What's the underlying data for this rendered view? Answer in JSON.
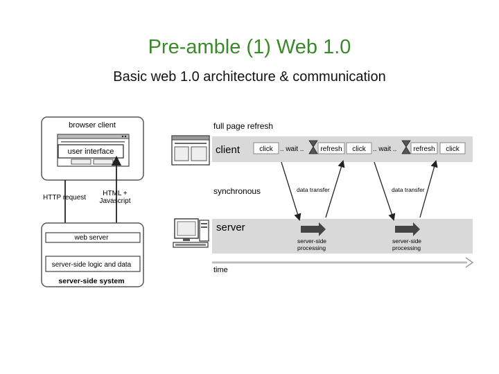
{
  "slide": {
    "title": "Pre-amble (1) Web 1.0",
    "subtitle": "Basic web 1.0 architecture & communication"
  },
  "left_diagram": {
    "browser_client": "browser client",
    "user_interface": "user interface",
    "http_request": "HTTP request",
    "html_js_line1": "HTML +",
    "html_js_line2": "Javascript",
    "web_server": "web server",
    "server_logic": "server-side logic and data",
    "server_system": "server-side system"
  },
  "right_diagram": {
    "full_page_refresh": "full page refresh",
    "client_label": "client",
    "synchronous": "synchronous",
    "server_label": "server",
    "time_label": "time",
    "client_timeline": [
      {
        "text": "click",
        "kind": "button"
      },
      {
        "text": ".. wait ..",
        "kind": "text"
      },
      {
        "text": "refresh",
        "kind": "button"
      },
      {
        "text": "click",
        "kind": "button"
      },
      {
        "text": ".. wait ..",
        "kind": "text"
      },
      {
        "text": "refresh",
        "kind": "button"
      },
      {
        "text": "click",
        "kind": "button"
      }
    ],
    "data_transfer": [
      "data transfer",
      "data transfer"
    ],
    "processing_line1": [
      "server-side",
      "server-side"
    ],
    "processing_line2": [
      "processing",
      "processing"
    ]
  },
  "colors": {
    "title_green": "#3a8a2a",
    "band_gray": "#d9d9d9",
    "dark_gray": "#444444"
  }
}
